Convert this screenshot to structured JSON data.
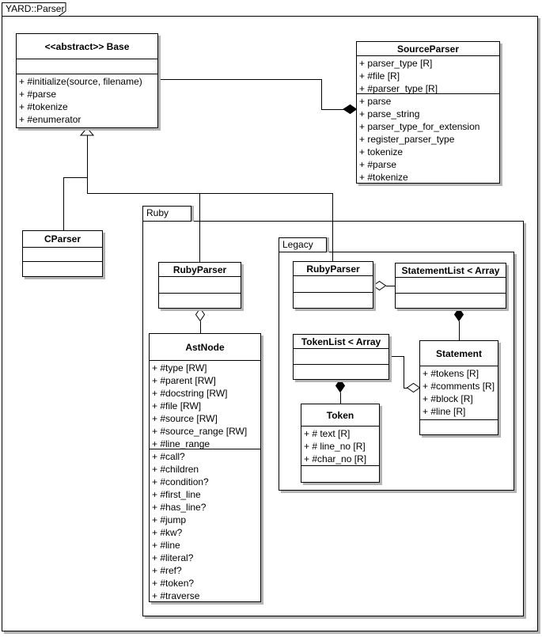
{
  "frame": {
    "title": "YARD::Parser"
  },
  "packages": {
    "ruby": {
      "label": "Ruby"
    },
    "legacy": {
      "label": "Legacy"
    }
  },
  "classes": {
    "base": {
      "title": "<<abstract>> Base",
      "attributes": [],
      "methods": [
        "+ #initialize(source, filename)",
        "+ #parse",
        "+ #tokenize",
        "+ #enumerator"
      ]
    },
    "source_parser": {
      "title": "SourceParser",
      "attributes": [
        "+ parser_type [R]",
        "+ #file [R]",
        "+ #parser_type [R]"
      ],
      "methods": [
        "+ parse",
        "+ parse_string",
        "+ parser_type_for_extension",
        "+ register_parser_type",
        "+ tokenize",
        "+ #parse",
        "+ #tokenize"
      ]
    },
    "cparser": {
      "title": "CParser",
      "attributes": [],
      "methods": []
    },
    "ruby_parser": {
      "title": "RubyParser",
      "attributes": [],
      "methods": []
    },
    "ast_node": {
      "title": "AstNode",
      "attributes": [
        "+ #type [RW]",
        "+ #parent [RW]",
        "+ #docstring [RW]",
        "+ #file [RW]",
        "+ #source [RW]",
        "+ #source_range [RW]",
        "+ #line_range"
      ],
      "methods": [
        "+ #call?",
        "+ #children",
        "+ #condition?",
        "+ #first_line",
        "+ #has_line?",
        "+ #jump",
        "+ #kw?",
        "+ #line",
        "+ #literal?",
        "+ #ref?",
        "+ #token?",
        "+ #traverse"
      ]
    },
    "legacy_ruby_parser": {
      "title": "RubyParser",
      "attributes": [],
      "methods": []
    },
    "statement_list": {
      "title": "StatementList < Array",
      "attributes": [],
      "methods": []
    },
    "token_list": {
      "title": "TokenList < Array",
      "attributes": [],
      "methods": []
    },
    "statement": {
      "title": "Statement",
      "attributes": [
        "+ #tokens [R]",
        "+ #comments [R]",
        "+ #block [R]",
        "+ #line [R]"
      ],
      "methods": []
    },
    "token": {
      "title": "Token",
      "attributes": [
        "+ # text [R]",
        "+ # line_no [R]",
        "+ #char_no [R]"
      ],
      "methods": []
    }
  },
  "colors": {
    "line": "#000000",
    "shadow": "#b4b4b4",
    "background": "#ffffff"
  }
}
